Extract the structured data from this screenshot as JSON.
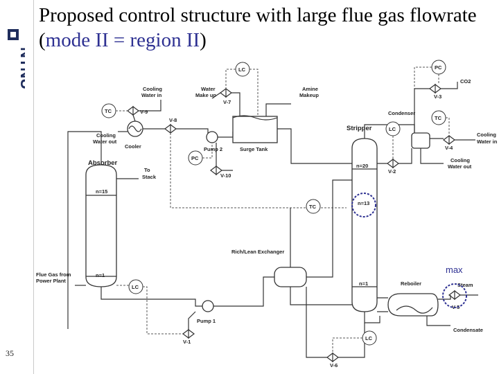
{
  "slide": {
    "title_part1": "Proposed control structure with large flue gas flowrate (",
    "title_highlight": "mode II = region II",
    "title_part2": ")",
    "slide_number": "35",
    "logo_text": "NTNU"
  },
  "diagram": {
    "controllers": {
      "lc_top": "LC",
      "pc_top_right": "PC",
      "tc_cooler": "TC",
      "pc_pump": "PC",
      "lc_stripper": "LC",
      "tc_condenser": "TC",
      "tc_mid": "TC",
      "lc_absorber": "LC",
      "lc_reboiler": "LC"
    },
    "valves": {
      "v9": "V-9",
      "v7": "V-7",
      "v8": "V-8",
      "v10": "V-10",
      "v3": "V-3",
      "v4": "V-4",
      "v2": "V-2",
      "v5": "V-5",
      "v1": "V-1",
      "v6": "V-6"
    },
    "stages": {
      "abs_top": "n=15",
      "abs_bot": "n=1",
      "str_top": "n=20",
      "str_mid": "n=13",
      "str_bot": "n=1"
    },
    "labels": {
      "cooling_water_in_1": "Cooling",
      "cooling_water_in_2": "Water in",
      "water_makeup_1": "Water",
      "water_makeup_2": "Make up",
      "amine_makeup_1": "Amine",
      "amine_makeup_2": "Makeup",
      "co2": "CO2",
      "condenser": "Condenser",
      "stripper": "Stripper",
      "cooling_water_out_1": "Cooling",
      "cooling_water_out_2": "Water out",
      "cooler": "Cooler",
      "pump2": "Pump 2",
      "surge_tank": "Surge Tank",
      "absorber": "Absorber",
      "to_stack_1": "To",
      "to_stack_2": "Stack",
      "cond_cw_in_1": "Cooling",
      "cond_cw_in_2": "Water in",
      "cond_cw_out_1": "Cooling",
      "cond_cw_out_2": "Water out",
      "exchanger": "Rich/Lean Exchanger",
      "flue_gas_1": "Flue Gas from",
      "flue_gas_2": "Power Plant",
      "reboiler": "Reboiler",
      "steam": "Steam",
      "pump1": "Pump 1",
      "condensate": "Condensate",
      "max": "max"
    }
  }
}
